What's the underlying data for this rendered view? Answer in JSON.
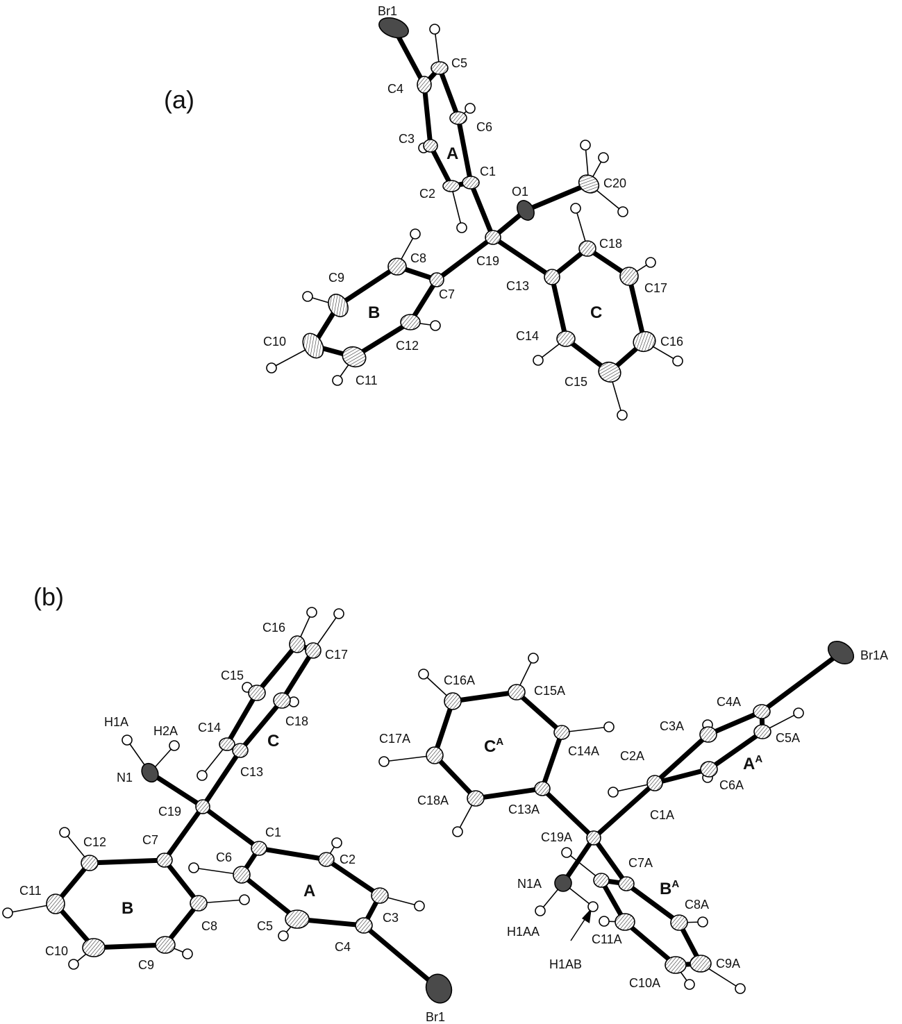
{
  "panels": [
    {
      "label": "(a)",
      "ring_labels": [
        {
          "text": "A"
        },
        {
          "text": "B"
        },
        {
          "text": "C"
        }
      ],
      "atom_labels": [
        "Br1",
        "C5",
        "C4",
        "C6",
        "C3",
        "C1",
        "C2",
        "O1",
        "C20",
        "C8",
        "C19",
        "C18",
        "C9",
        "C7",
        "C13",
        "C17",
        "C10",
        "C12",
        "C14",
        "C16",
        "C11",
        "C15"
      ]
    },
    {
      "label": "(b)",
      "ring_labels": [
        {
          "text": "C"
        },
        {
          "text": "B"
        },
        {
          "text": "A"
        },
        {
          "text": "C",
          "sup": "A"
        },
        {
          "text": "A",
          "sup": "A"
        },
        {
          "text": "B",
          "sup": "A"
        }
      ],
      "atom_labels": [
        "C16",
        "C17",
        "C15",
        "C18",
        "H1A",
        "H2A",
        "C14",
        "N1",
        "C13",
        "C19",
        "C1",
        "C12",
        "C7",
        "C6",
        "C2",
        "C11",
        "C3",
        "C8",
        "C5",
        "C4",
        "C10",
        "C9",
        "Br1",
        "C16A",
        "C15A",
        "Br1A",
        "C4A",
        "C3A",
        "C5A",
        "C17A",
        "C14A",
        "C2A",
        "C6A",
        "C18A",
        "C13A",
        "C1A",
        "C19A",
        "C7A",
        "N1A",
        "C8A",
        "H1AA",
        "C11A",
        "H1AB",
        "C10A",
        "C9A"
      ]
    }
  ]
}
